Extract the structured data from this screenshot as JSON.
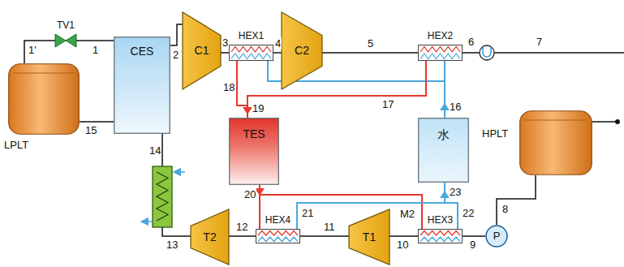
{
  "diagram": {
    "nodes": [
      {
        "text": [
          "LPLT"
        ]
      },
      {
        "text": [
          "TV1"
        ]
      },
      {
        "text": [
          "CES"
        ]
      },
      {
        "text": [
          "C1"
        ]
      },
      {
        "text": [
          "HEX1"
        ]
      },
      {
        "text": [
          "C2"
        ]
      },
      {
        "text": [
          "HEX2"
        ]
      },
      {
        "text": [
          "TES"
        ]
      },
      {
        "text": [
          "水"
        ]
      },
      {
        "text": [
          "HPLT"
        ]
      },
      {
        "text": [
          "P"
        ]
      },
      {
        "text": [
          "HEX3"
        ]
      },
      {
        "text": [
          "T1"
        ]
      },
      {
        "text": [
          "HEX4"
        ]
      },
      {
        "text": [
          "T2"
        ]
      }
    ],
    "edges": [
      {
        "from": 0,
        "to": 1,
        "label": "1'",
        "arrow": "none"
      },
      {
        "from": 1,
        "to": 2,
        "label": "1",
        "arrow": "none"
      },
      {
        "from": 2,
        "to": 3,
        "label": "2",
        "arrow": "none"
      },
      {
        "from": 3,
        "to": 4,
        "label": "3",
        "arrow": "none"
      },
      {
        "from": 4,
        "to": 5,
        "label": "4",
        "arrow": "none"
      },
      {
        "from": 5,
        "to": 6,
        "label": "5",
        "arrow": "none"
      },
      {
        "from": 9,
        "to": 10,
        "label": "8",
        "arrow": "none"
      },
      {
        "from": 10,
        "to": 11,
        "label": "9",
        "arrow": "none"
      },
      {
        "from": 11,
        "to": 12,
        "label": "10",
        "arrow": "none"
      },
      {
        "from": 12,
        "to": 13,
        "label": "11",
        "arrow": "none"
      },
      {
        "from": 13,
        "to": 14,
        "label": "12",
        "arrow": "none"
      },
      {
        "from": 2,
        "to": 0,
        "label": "15",
        "arrow": "none"
      },
      {
        "from": 8,
        "to": 4,
        "label": "16",
        "arrow": "none"
      },
      {
        "from": 8,
        "to": 6,
        "arrow": "none"
      },
      {
        "from": 4,
        "to": 7,
        "label": "18",
        "arrow": "none"
      },
      {
        "from": 6,
        "to": 7,
        "label": "17",
        "arrow": "none"
      },
      {
        "from": 7,
        "to": 13,
        "label": "20",
        "arrow": "none"
      },
      {
        "from": 7,
        "to": 11,
        "arrow": "none"
      },
      {
        "from": 13,
        "to": 8,
        "label": "21",
        "arrow": "none"
      },
      {
        "from": 11,
        "to": 8,
        "label": "22",
        "arrow": "none"
      }
    ],
    "labels": [
      "6",
      "7",
      "13",
      "14",
      "19",
      "23",
      "M2"
    ]
  }
}
